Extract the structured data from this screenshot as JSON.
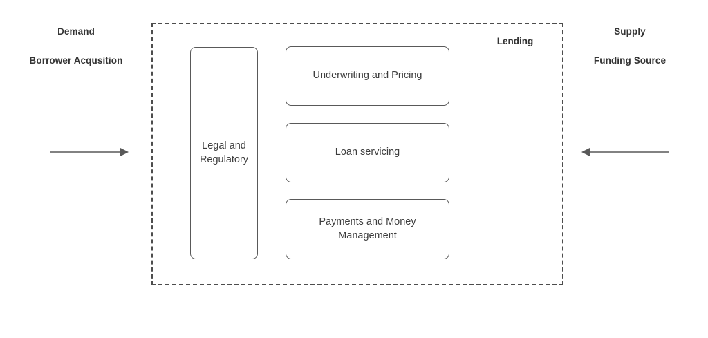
{
  "diagram": {
    "left_side": {
      "title": "Demand",
      "subtitle": "Borrower Acqusition"
    },
    "right_side": {
      "title": "Supply",
      "subtitle": "Funding Source"
    },
    "container": {
      "label": "Lending",
      "border_style": "dashed",
      "border_color": "#4d4d4d"
    },
    "boxes": [
      {
        "id": "legal",
        "label": "Legal and Regulatory"
      },
      {
        "id": "underwriting",
        "label": "Underwriting and Pricing"
      },
      {
        "id": "servicing",
        "label": "Loan servicing"
      },
      {
        "id": "payments",
        "label": "Payments and Money Management"
      }
    ],
    "arrows": [
      {
        "id": "left-arrow",
        "direction": "right",
        "color": "#595959"
      },
      {
        "id": "right-arrow",
        "direction": "left",
        "color": "#595959"
      }
    ],
    "colors": {
      "box_border": "#595959",
      "text": "#3d3d3d",
      "label_text": "#333333",
      "background": "#ffffff"
    }
  }
}
